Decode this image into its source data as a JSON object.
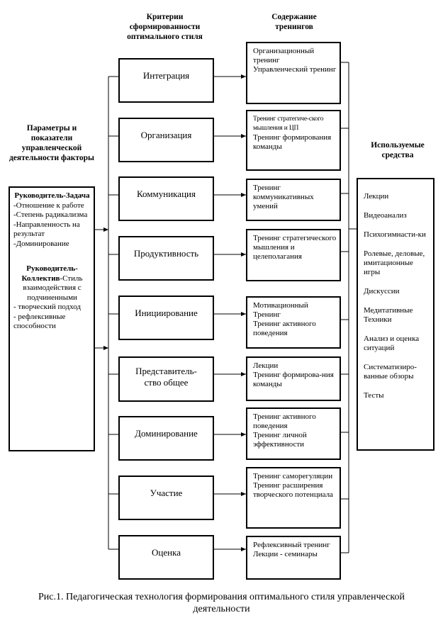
{
  "headers": {
    "criteria": "Критерии сформированности оптимального стиля",
    "content": "Содержание тренингов",
    "params": "Параметры и показатели управленческой деятельности факторы",
    "means": "Используемые средства"
  },
  "params_box": {
    "leader_task_title": "Руководитель-Задача",
    "leader_task_items": [
      "-Отношение к работе",
      "-Степень радикализма",
      "-Направленность на результат",
      "-Доминирование"
    ],
    "leader_team_title": "Руководитель-Коллектив",
    "leader_team_rest": "-Стиль взаимодействия с подчиненными",
    "leader_team_items": [
      "- творческий подход",
      "- рефлексивные способности"
    ]
  },
  "criteria": [
    "Интеграция",
    "Организация",
    "Коммуникация",
    "Продуктивность",
    "Инициирование",
    "Представитель-ство общее",
    "Доминирование",
    "Участие",
    "Оценка"
  ],
  "trainings": [
    [
      "Организационный тренинг",
      "Управленческий тренинг"
    ],
    [
      "Тренинг стратегиче-ского мышления и ЦП",
      "Тренинг формирования команды"
    ],
    [
      "Тренинг коммуникативных умений"
    ],
    [
      "Тренинг стратегического мышления и целеполагания"
    ],
    [
      "Мотивационный Тренинг",
      "Тренинг активного поведения"
    ],
    [
      "Лекции",
      "Тренинг формирова-ния команды"
    ],
    [
      "Тренинг активного поведения",
      "Тренинг личной эффективности"
    ],
    [
      "Тренинг саморегуляции",
      "Тренинг расширения творческого потенциала"
    ],
    [
      "Рефлексивный тренинг",
      "Лекции - семинары"
    ]
  ],
  "means": [
    "Лекции",
    "Видеоанализ",
    "Психогимнасти-ки",
    "Ролевые, деловые, имитационные игры",
    "Дискуссии",
    "Медитативные Техники",
    "Анализ и оценка ситуаций",
    "Систематизиро-ванные обзоры",
    "Тесты"
  ],
  "caption": "Рис.1. Педагогическая технология формирования оптимального стиля управленческой деятельности"
}
